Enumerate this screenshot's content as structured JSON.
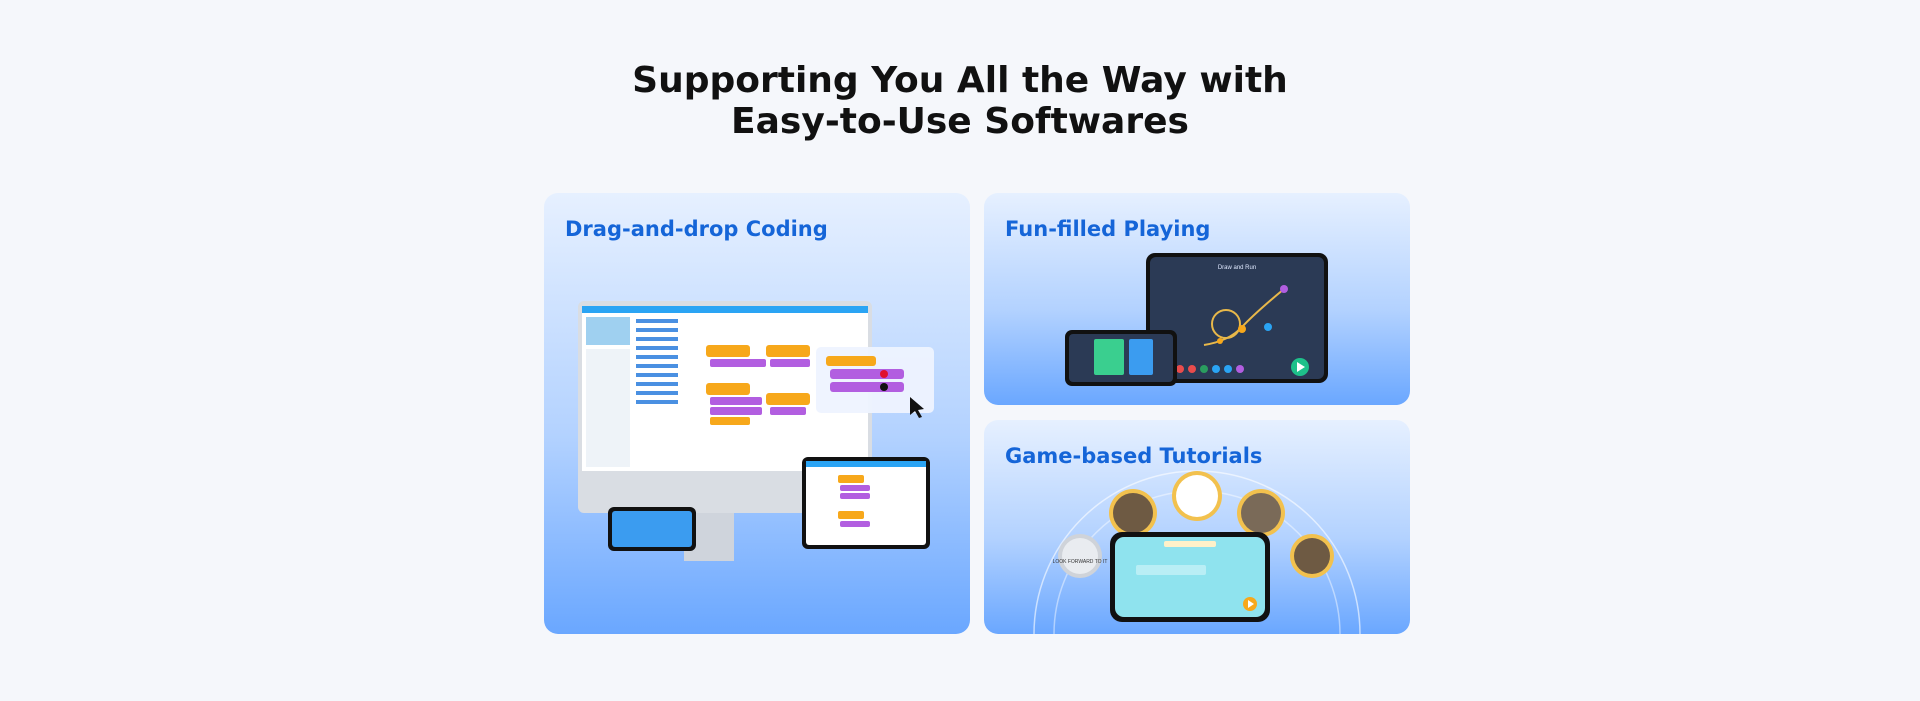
{
  "headline": {
    "line1": "Supporting You All the Way with",
    "line2": "Easy-to-Use Softwares"
  },
  "cards": {
    "coding": {
      "title": "Drag-and-drop Coding"
    },
    "playing": {
      "title": "Fun-filled Playing",
      "tablet_screen_title": "Draw and Run"
    },
    "tutorials": {
      "title": "Game-based Tutorials",
      "bubble_text": "LOOK FORWARD TO IT"
    }
  },
  "colors": {
    "accent": "#1565d8",
    "block_orange": "#f7a81b",
    "block_purple": "#b25ee0",
    "screen_dark": "#2b3a55"
  }
}
